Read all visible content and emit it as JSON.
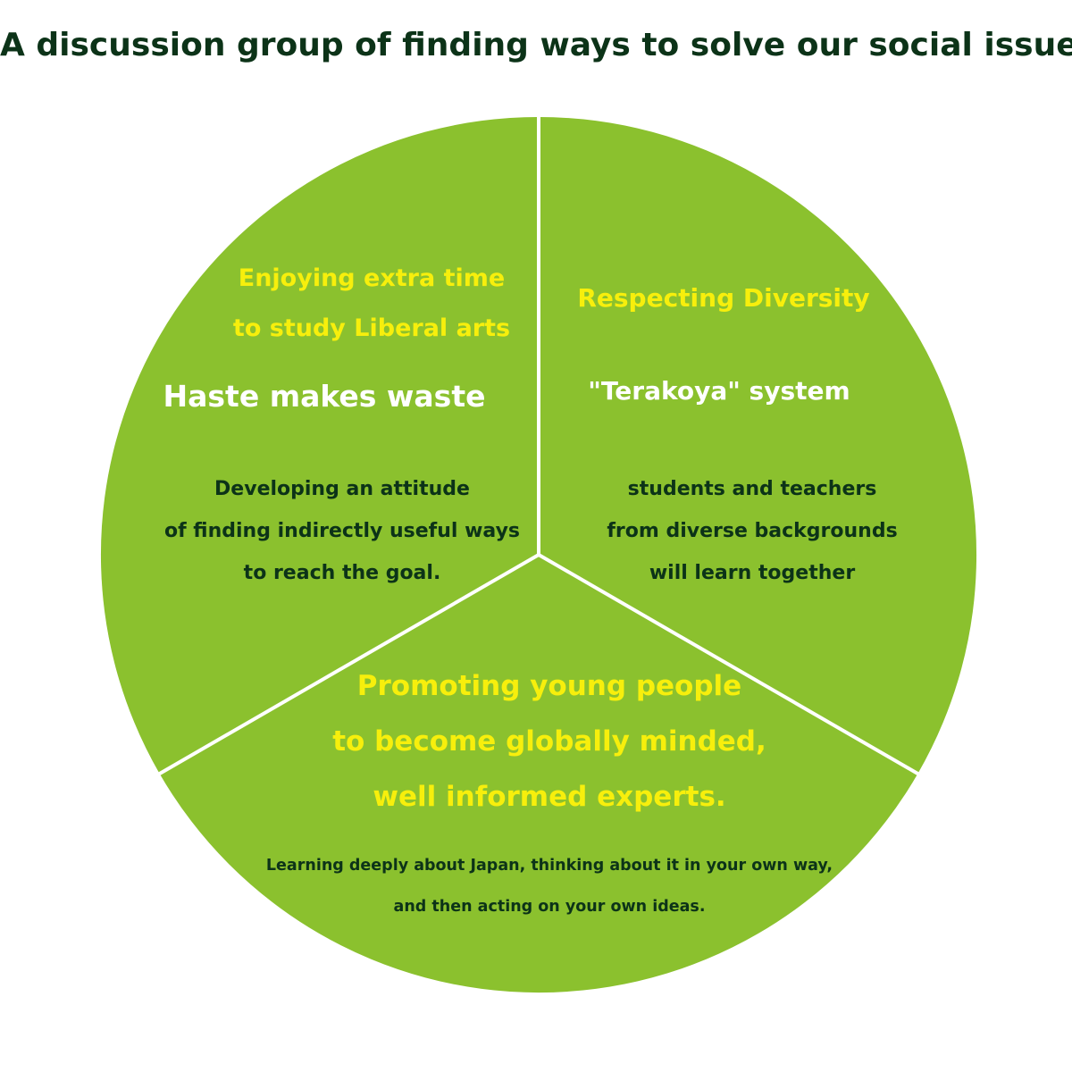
{
  "title": "A discussion group of finding ways to solve our social issues",
  "colors": {
    "segment_fill": "#8bc12e",
    "divider": "#ffffff",
    "heading_text": "#f7ef0c",
    "slogan_text": "#ffffff",
    "body_text": "#0c3318",
    "title_text": "#0c3318"
  },
  "segments": [
    {
      "heading_lines": [
        "Enjoying extra time",
        "to study Liberal arts"
      ],
      "slogan": "Haste makes waste",
      "body_lines": [
        "Developing an attitude",
        "of finding indirectly useful ways",
        "to reach the goal."
      ]
    },
    {
      "heading_lines": [
        "Respecting Diversity"
      ],
      "slogan": "\"Terakoya\" system",
      "body_lines": [
        "students and teachers",
        "from diverse backgrounds",
        "will learn together"
      ]
    },
    {
      "heading_lines": [
        "Promoting young people",
        "to become globally minded,",
        "well informed experts."
      ],
      "body_lines": [
        "Learning deeply about Japan, thinking about it in your own way,",
        "and then acting on your own ideas."
      ]
    }
  ]
}
